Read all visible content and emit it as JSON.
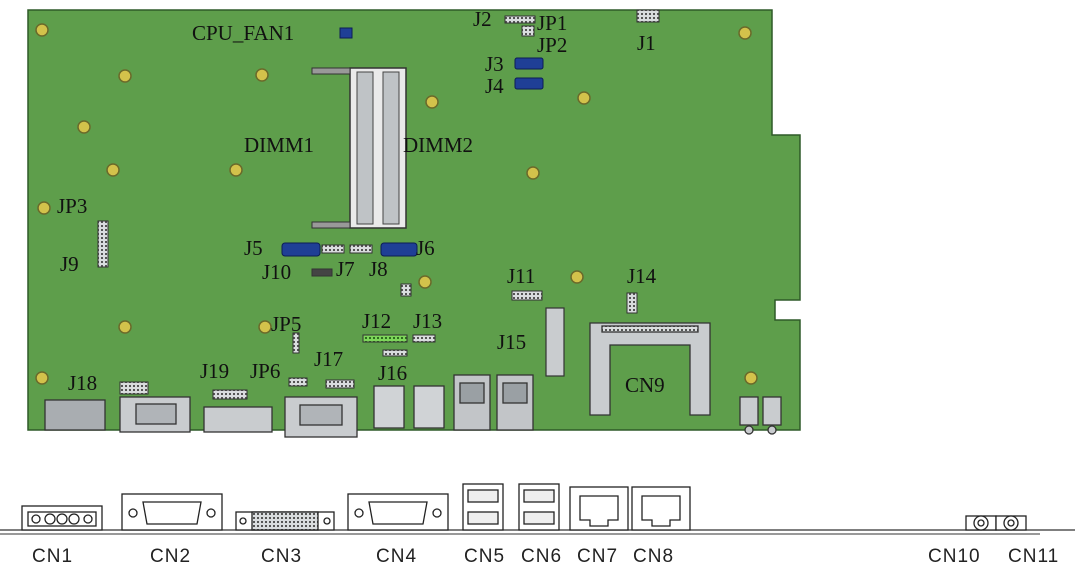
{
  "board_labels": {
    "cpu_fan1": "CPU_FAN1",
    "j2": "J2",
    "jp1": "JP1",
    "jp2": "JP2",
    "j1": "J1",
    "j3": "J3",
    "j4": "J4",
    "dimm1": "DIMM1",
    "dimm2": "DIMM2",
    "jp3": "JP3",
    "j9": "J9",
    "j5": "J5",
    "j6": "J6",
    "j10": "J10",
    "j7": "J7",
    "j8": "J8",
    "j11": "J11",
    "j14": "J14",
    "jp5": "JP5",
    "j12": "J12",
    "j13": "J13",
    "j15": "J15",
    "j19": "J19",
    "jp6": "JP6",
    "j17": "J17",
    "j16": "J16",
    "j18": "J18",
    "cn9": "CN9"
  },
  "io_labels": [
    "CN1",
    "CN2",
    "CN3",
    "CN4",
    "CN5",
    "CN6",
    "CN7",
    "CN8",
    "CN10",
    "CN11"
  ],
  "colors": {
    "pcb": "#5e9e4b",
    "pcb_edge": "#2f5a28",
    "connector_blue": "#1f3f96",
    "connector_gray": "#c9cccf",
    "hole_gold": "#d3c24b",
    "outline": "#222222"
  }
}
